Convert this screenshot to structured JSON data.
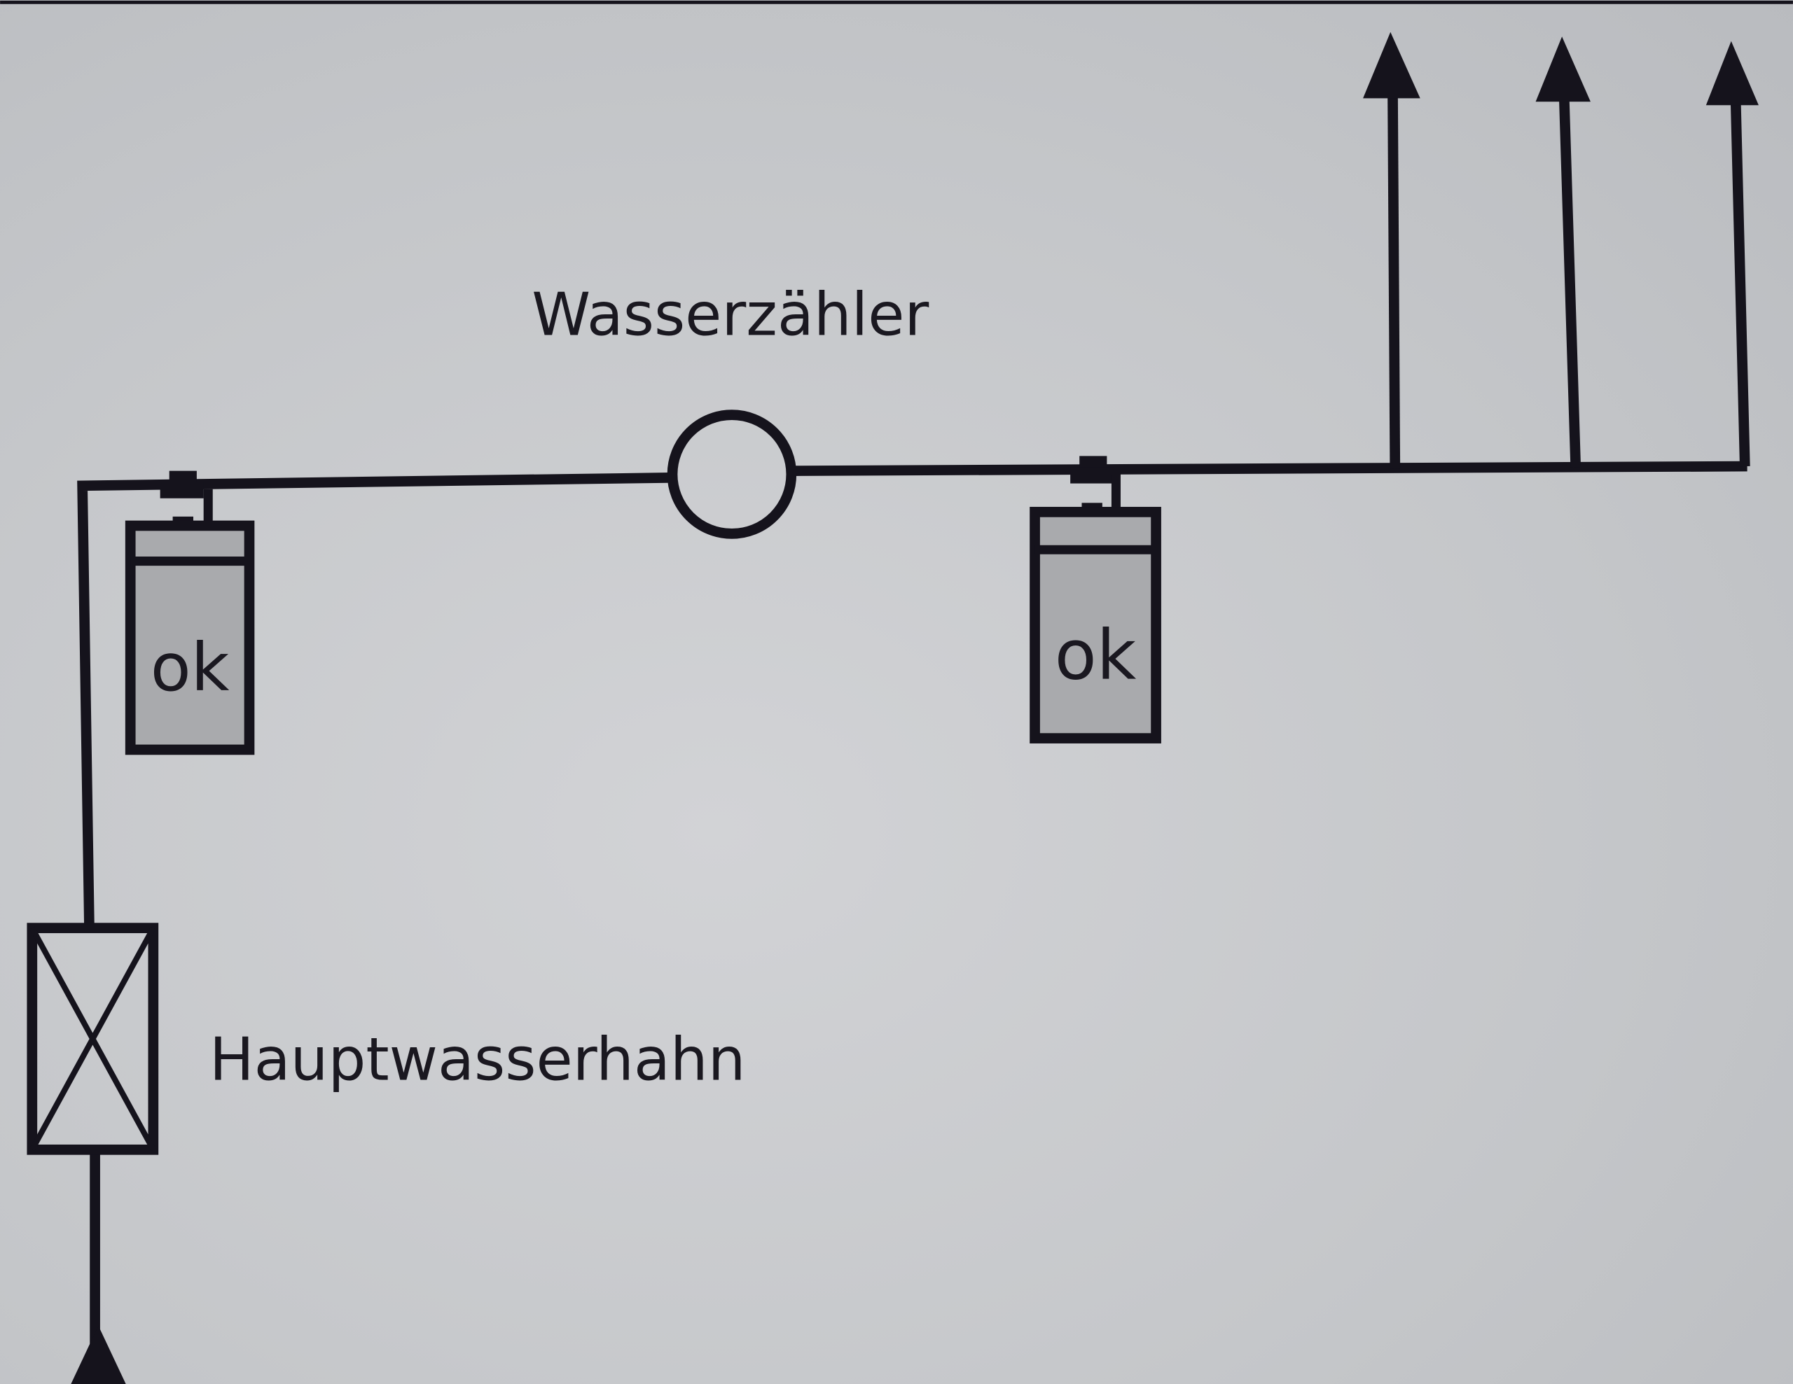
{
  "labels": {
    "meter": "Wasserzähler",
    "main_valve": "Hauptwasserhahn",
    "filter_1": "ok",
    "filter_2": "ok"
  },
  "colors": {
    "line": "#15131c",
    "filter_fill": "#a9aaad",
    "background": "#c8cacd"
  }
}
